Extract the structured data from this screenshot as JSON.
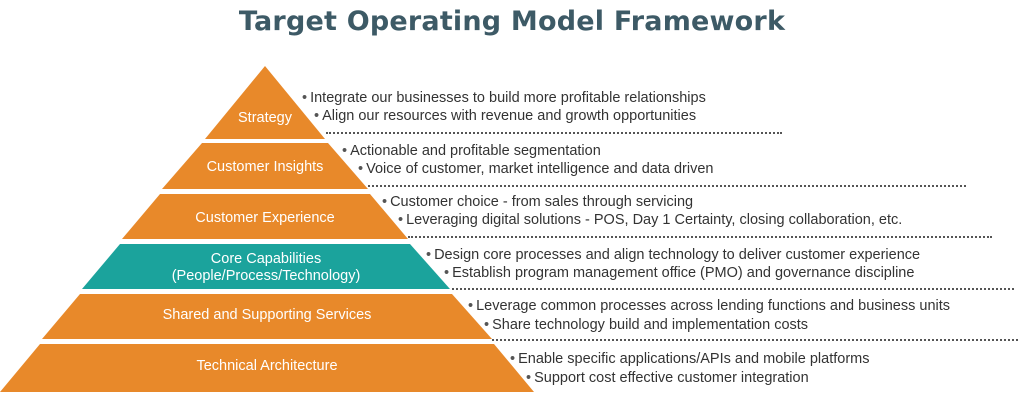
{
  "title": "Target Operating Model Framework",
  "colors": {
    "orange": "#E8892A",
    "teal": "#1BA39C",
    "title": "#3D5A66"
  },
  "tiers": [
    {
      "label": "Strategy",
      "color": "orange",
      "bullets": [
        "Integrate our businesses to build more profitable relationships",
        "Align our resources with revenue and growth opportunities"
      ]
    },
    {
      "label": "Customer Insights",
      "color": "orange",
      "bullets": [
        "Actionable and profitable segmentation",
        "Voice of customer, market intelligence and data driven"
      ]
    },
    {
      "label": "Customer Experience",
      "color": "orange",
      "bullets": [
        "Customer choice - from sales through servicing",
        "Leveraging digital solutions - POS, Day 1 Certainty, closing collaboration, etc."
      ]
    },
    {
      "label": "Core Capabilities",
      "label2": "(People/Process/Technology)",
      "color": "teal",
      "bullets": [
        "Design core processes and align technology to deliver customer experience",
        "Establish program management office (PMO) and governance discipline"
      ]
    },
    {
      "label": "Shared and Supporting Services",
      "color": "orange",
      "bullets": [
        "Leverage common processes across lending functions and business units",
        "Share technology build and implementation costs"
      ]
    },
    {
      "label": "Technical Architecture",
      "color": "orange",
      "bullets": [
        "Enable specific applications/APIs and mobile platforms",
        "Support cost effective customer integration"
      ]
    }
  ]
}
